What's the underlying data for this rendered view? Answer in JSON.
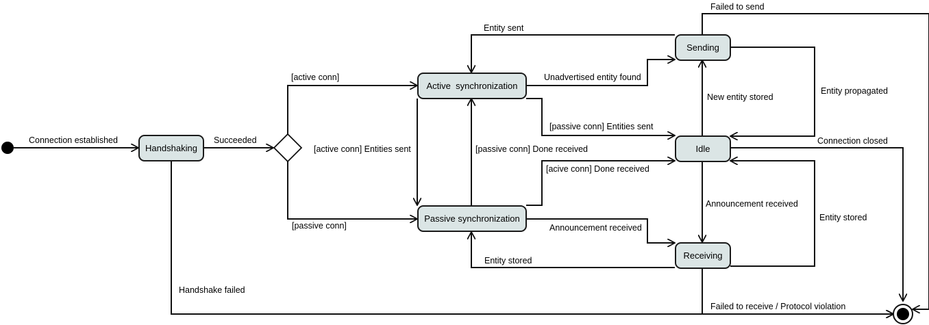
{
  "diagram": {
    "states": {
      "handshaking": "Handshaking",
      "active_sync": "Active  synchronization",
      "passive_sync": "Passive synchronization",
      "sending": "Sending",
      "idle": "Idle",
      "receiving": "Receiving"
    },
    "transitions": {
      "connection_established": "Connection established",
      "succeeded": "Succeeded",
      "handshake_failed": "Handshake failed",
      "active_conn": "[active conn]",
      "passive_conn": "[passive conn]",
      "active_conn_entities_sent": "[active conn] Entities sent",
      "passive_conn_done_received": "[passive conn] Done received",
      "unadvertised_entity_found": "Unadvertised entity found",
      "passive_conn_entities_sent": "[passive conn] Entities sent",
      "acive_conn_done_received": "[acive conn] Done received",
      "announcement_received_passive": "Announcement received",
      "entity_stored_passive": "Entity stored",
      "entity_sent": "Entity sent",
      "failed_to_send": "Failed to send",
      "new_entity_stored": "New entity stored",
      "entity_propagated": "Entity propagated",
      "connection_closed": "Connection closed",
      "announcement_received_idle": "Announcement received",
      "entity_stored_receiving": "Entity stored",
      "failed_to_receive": "Failed to receive / Protocol violation"
    }
  }
}
